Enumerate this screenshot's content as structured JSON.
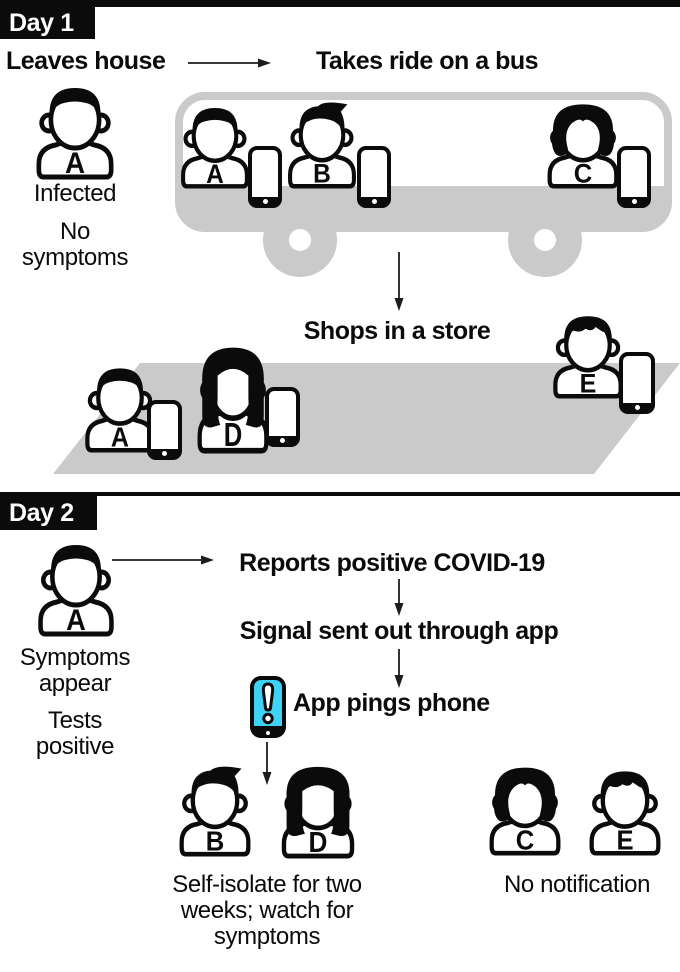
{
  "colors": {
    "accent_cyan": "#3ED2F4",
    "bus_gray": "#CACACA",
    "ink": "#0B0B0B"
  },
  "day1": {
    "header": "Day 1",
    "step_leaves": "Leaves house",
    "step_bus": "Takes ride on a bus",
    "step_shop": "Shops in a store",
    "personA": {
      "label": "A",
      "line1": "Infected",
      "line2": "No symptoms"
    },
    "bus": {
      "riderA": "A",
      "riderB": "B",
      "riderC": "C"
    },
    "store": {
      "shopperA": "A",
      "shopperD": "D",
      "shopperE": "E"
    }
  },
  "day2": {
    "header": "Day 2",
    "personA": {
      "label": "A",
      "line1": "Symptoms appear",
      "line2": "Tests positive"
    },
    "step_reports": "Reports positive COVID-19",
    "step_signal": "Signal sent out through app",
    "step_ping": "App pings phone",
    "notified": {
      "personB": "B",
      "personD": "D",
      "caption": "Self-isolate for two weeks; watch for symptoms"
    },
    "unnotified": {
      "personC": "C",
      "personE": "E",
      "caption": "No notification"
    }
  }
}
